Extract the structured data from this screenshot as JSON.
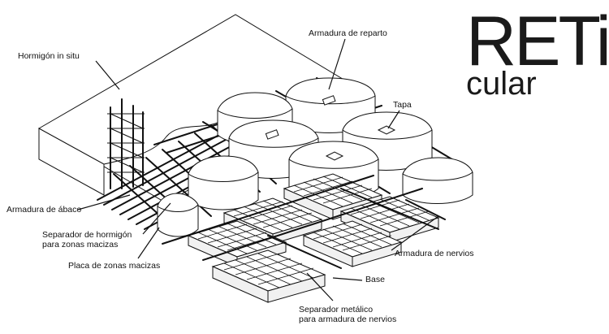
{
  "brand": {
    "line1": "RETi",
    "line2": "cular"
  },
  "labels": {
    "hormigon_in_situ": "Hormigón in situ",
    "armadura_reparto": "Armadura de reparto",
    "tapa": "Tapa",
    "armadura_abaco": "Armadura de ábaco",
    "separador_hormigon_1": "Separador de hormigón",
    "separador_hormigon_2": "para zonas macizas",
    "placa_zonas_macizas": "Placa de zonas macizas",
    "armadura_nervios": "Armadura de nervios",
    "base": "Base",
    "separador_metalico_1": "Separador metálico",
    "separador_metalico_2": "para armadura de nervios"
  }
}
